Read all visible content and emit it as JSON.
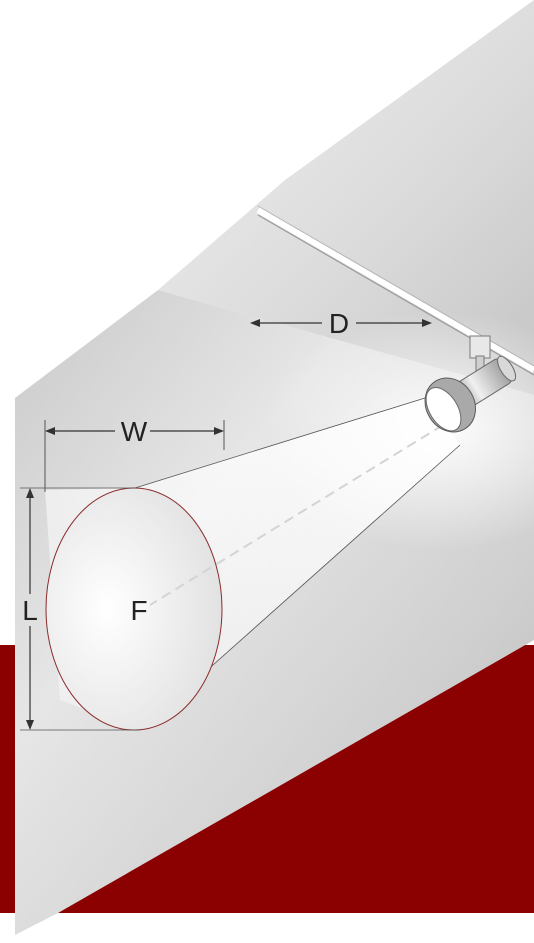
{
  "labels": {
    "distance": "D",
    "width": "W",
    "length": "L",
    "focus": "F"
  },
  "colors": {
    "floor": "#8b0000",
    "wall_light": "#eeeeee",
    "wall_mid": "#d9d9d9",
    "wall_dark": "#bdbdbd",
    "ceiling_light": "#f5f5f5",
    "ceiling_dark": "#c8c8c8",
    "dimension_line": "#333333",
    "beam_outline": "#555555",
    "ellipse_outline": "#8b2b2b",
    "fixture_metal": "#b0b0b0"
  }
}
